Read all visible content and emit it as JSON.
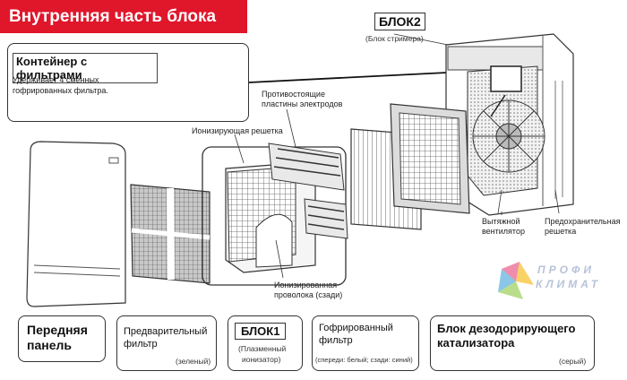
{
  "header": {
    "title": "Внутренняя часть блока"
  },
  "block2": {
    "title": "БЛОК2",
    "subtitle": "(Блок стримера)"
  },
  "container": {
    "title": "Контейнер с фильтрами",
    "line1": "Удерживает 4 сменных",
    "line2": "гофрированных фильтра."
  },
  "labels": {
    "opposing_line1": "Противостоящие",
    "opposing_line2": "пластины электродов",
    "ionizing_grid": "Ионизирующая решетка",
    "exhaust_fan_line1": "Вытяжной",
    "exhaust_fan_line2": "вентилятор",
    "safety_grid_line1": "Предохранительная",
    "safety_grid_line2": "решетка",
    "ionized_wire_line1": "Ионизированная",
    "ionized_wire_line2": "проволока (сзади)"
  },
  "bottom": {
    "front_panel_line1": "Передняя",
    "front_panel_line2": "панель",
    "prefilter_line1": "Предварительный",
    "prefilter_line2": "фильтр",
    "prefilter_note": "(зеленый)",
    "block1_title": "БЛОК1",
    "block1_note1": "(Плазменный",
    "block1_note2": "ионизатор)",
    "corrugated_line1": "Гофрированный",
    "corrugated_line2": "фильтр",
    "corrugated_note": "(спереди: белый; сзади: синий)",
    "deodor_line1": "Блок дезодорирующего",
    "deodor_line2": "катализатора",
    "deodor_note": "(серый)"
  },
  "logo": {
    "line1": "ПРОФИ",
    "line2": "КЛИМАТ",
    "colors": [
      "#e85c8a",
      "#f5b400",
      "#3aa0d8",
      "#8cc63f"
    ]
  }
}
